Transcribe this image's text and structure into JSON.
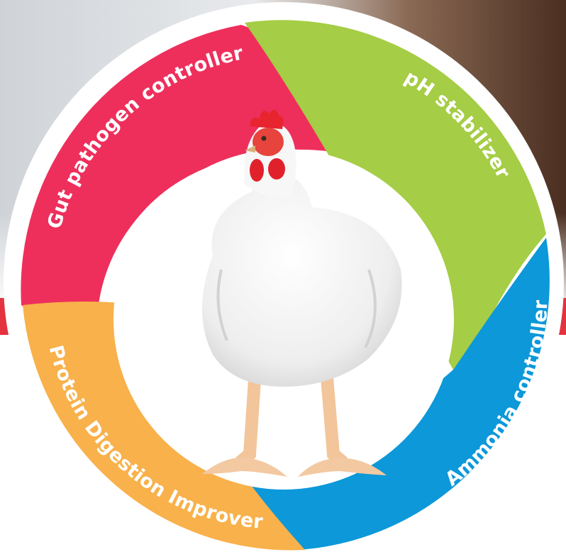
{
  "diagram": {
    "segments": [
      {
        "id": "gut",
        "label": "Gut pathogen controller",
        "color": "#ee2f5c"
      },
      {
        "id": "ph",
        "label": "pH stabilizer",
        "color": "#a5cd45"
      },
      {
        "id": "ammonia",
        "label": "Ammonia controller",
        "color": "#0c98d9"
      },
      {
        "id": "protein",
        "label": "Protein Digestion Improver",
        "color": "#f8b14b"
      }
    ],
    "center_image": "white-broiler-chicken",
    "background": {
      "top_band_colors": [
        "#d9dbdf",
        "#5b3a2a"
      ],
      "side_tab_color": "#e3333f"
    }
  }
}
